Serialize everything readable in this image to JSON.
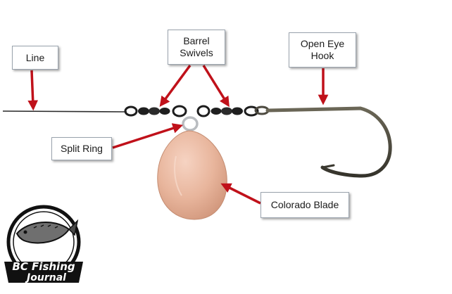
{
  "labels": {
    "line": "Line",
    "barrel_swivels": "Barrel\nSwivels",
    "open_eye_hook": "Open Eye\nHook",
    "split_ring": "Split Ring",
    "colorado_blade": "Colorado Blade"
  },
  "logo": {
    "text_line1": "BC Fishing",
    "text_line2": "Journal"
  },
  "colors": {
    "arrow": "#c0111a",
    "line": "#2b2b2b",
    "blade": "#e7b49b",
    "hook": "#4d4a40"
  }
}
